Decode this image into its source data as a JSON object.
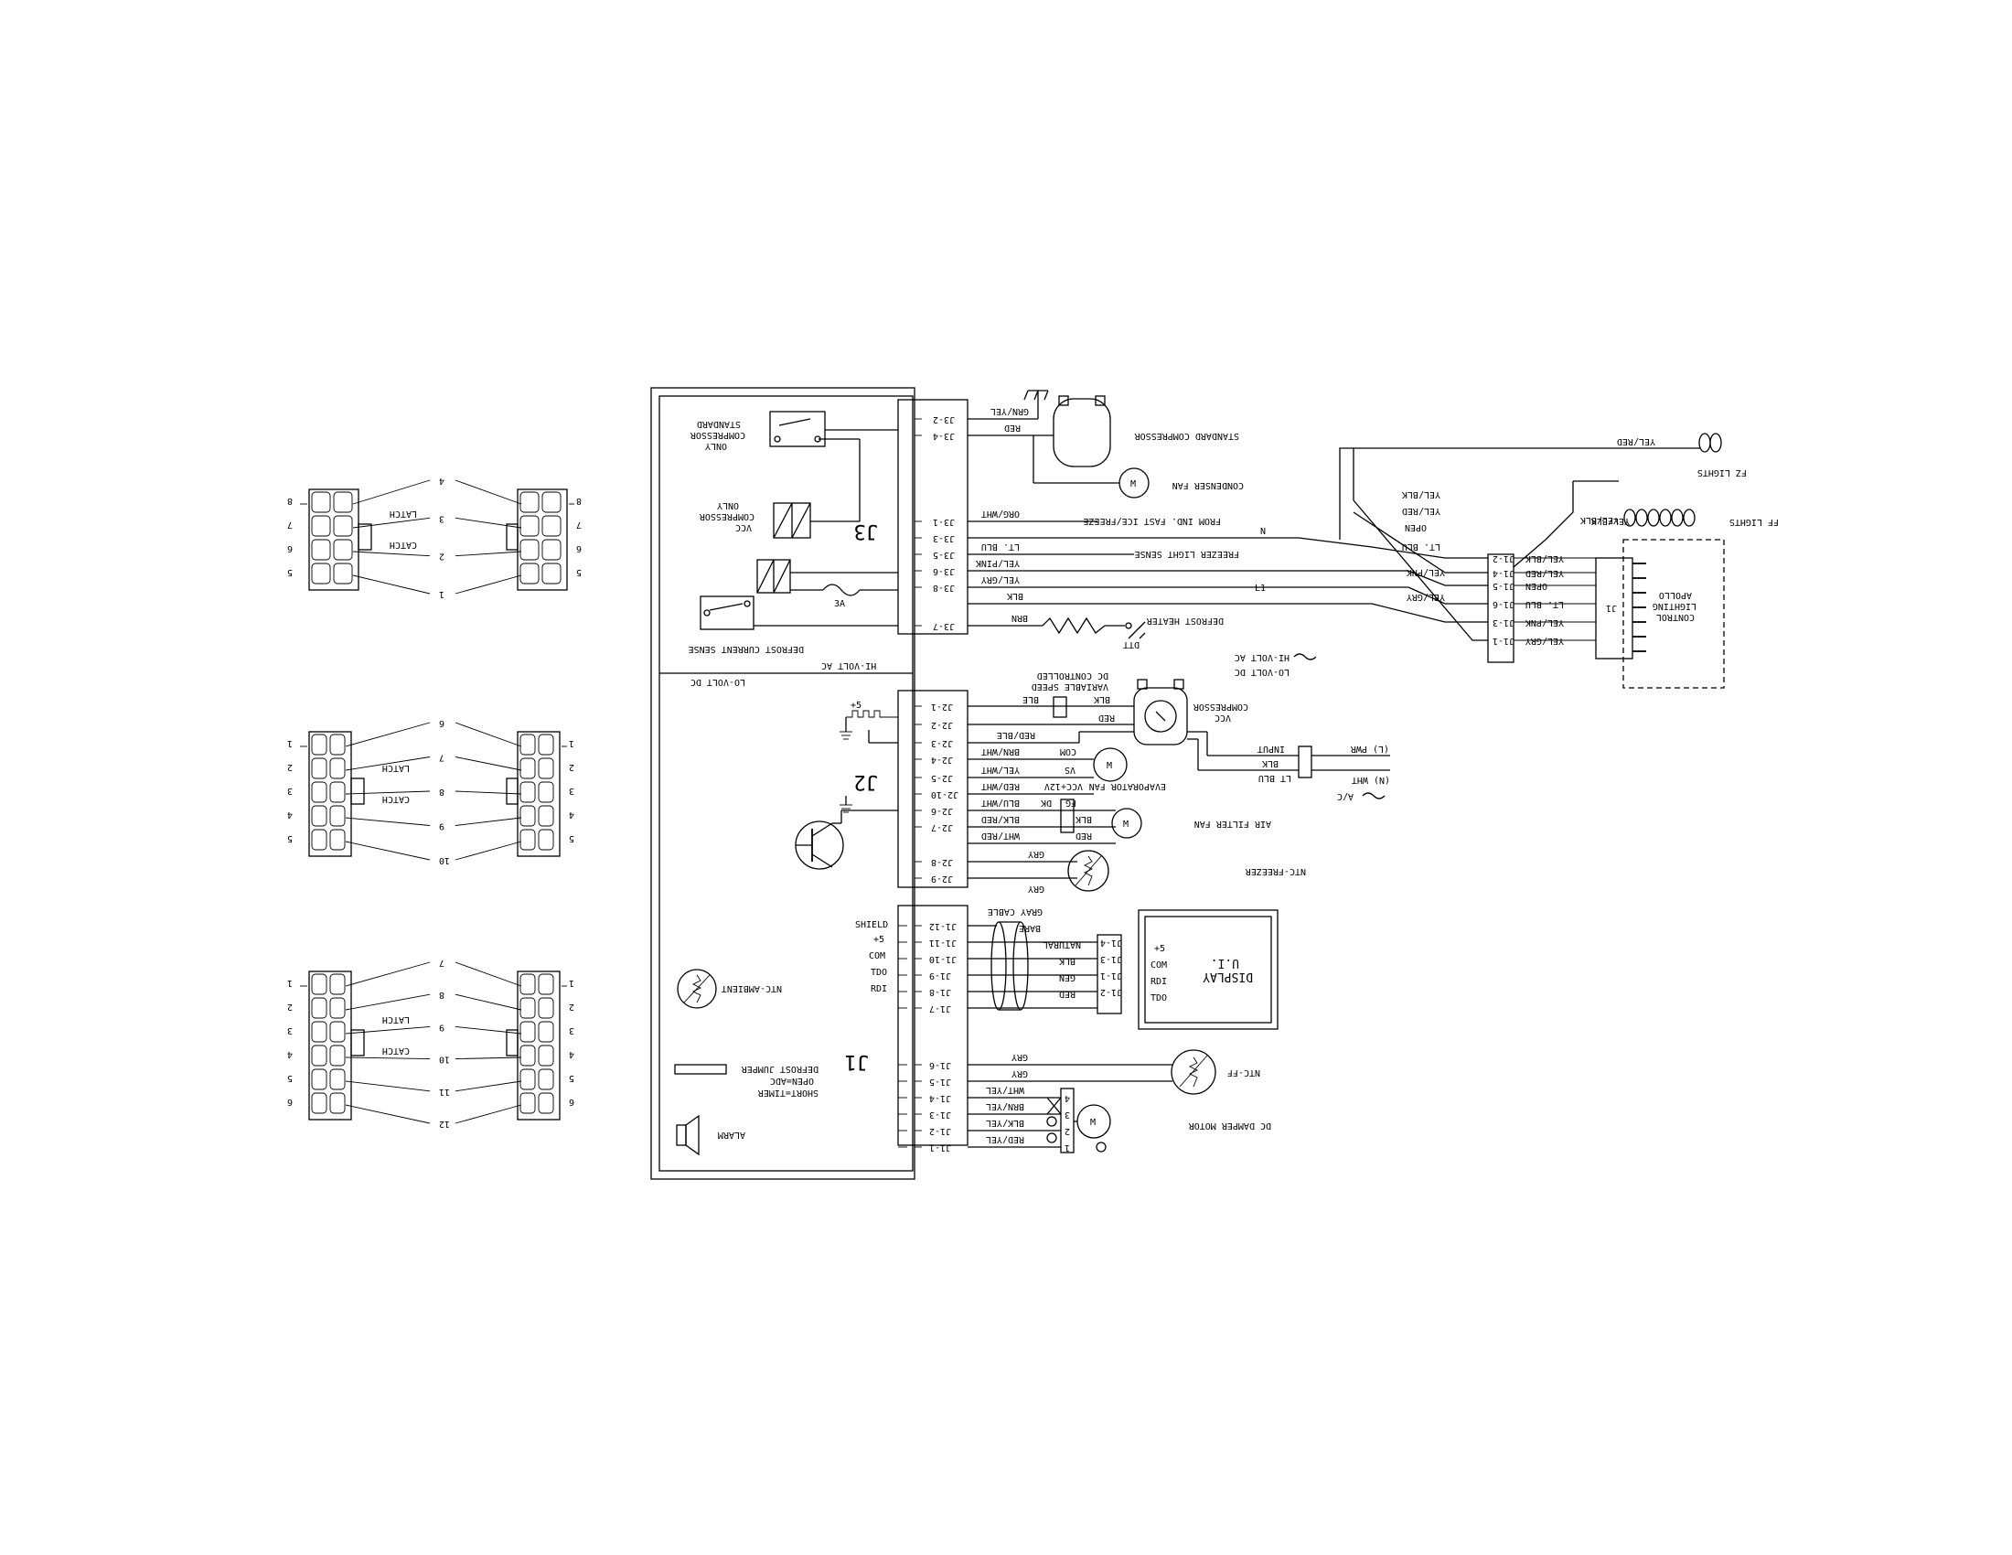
{
  "labels": {
    "j3": "J3",
    "j2": "J2",
    "j1": "J1",
    "hi_volt_ac": "HI-VOLT AC",
    "lo_volt_dc": "LO-VOLT DC",
    "hi_volt_ac_right": "HI-VOLT AC",
    "lo_volt_dc_right": "LO-VOLT DC",
    "standard_compressor_only_1": "STANDARD",
    "standard_compressor_only_2": "COMPRESSOR",
    "standard_compressor_only_3": "ONLY",
    "vcc_compressor_only_1": "VCC",
    "vcc_compressor_only_2": "COMPRESSOR",
    "vcc_compressor_only_3": "ONLY",
    "defrost_current_sense": "DEFROST CURRENT SENSE",
    "fuse_3a": "3A",
    "standard_compressor": "STANDARD COMPRESSOR",
    "condenser_fan": "CONDENSER FAN",
    "from_ind_fast": "FROM IND. FAST ICE/FREEZE",
    "freezer_light_sense": "FREEZER LIGHT SENSE",
    "defrost_heater": "DEFROST HEATER",
    "dtt": "DTT",
    "n_label": "N",
    "l1_label": "L1",
    "vcc_compressor_1": "VCC",
    "vcc_compressor_2": "COMPRESSOR",
    "dc_controlled": "DC CONTROLLED",
    "variable_speed": "VARIABLE SPEED",
    "input": "INPUT",
    "l_pwr": "(L) PWR",
    "n_wht": "(N) WHT",
    "a_c": "A/C",
    "evaporator_fan": "EVAPORATOR FAN",
    "air_filter_fan": "AIR FILTER FAN",
    "ntc_freezer": "NTC-FREEZER",
    "plus5": "+5",
    "com": "COM",
    "vs": "VS",
    "vcc12": "VCC+12V",
    "fg": "FG",
    "dk": "DK",
    "gray_cable": "GRAY CABLE",
    "bare": "BARE",
    "natural": "NATURAL",
    "shield": "SHIELD",
    "plus5b": "+5",
    "comb": "COM",
    "tdo": "TDO",
    "rdi": "RDI",
    "ui_display_1": "U.I.",
    "ui_display_2": "DISPLAY",
    "ui_plus5": "+5",
    "ui_com": "COM",
    "ui_rdi": "RDI",
    "ui_tdo": "TDO",
    "ntc_ambient": "NTC-AMBIENT",
    "defrost_jumper_1": "DEFROST JUMPER",
    "defrost_jumper_2": "OPEN=ADC",
    "defrost_jumper_3": "SHORT=TIMER",
    "alarm": "ALARM",
    "ntc_ff": "NTC-FF",
    "dc_damper_motor": "DC DAMPER MOTOR",
    "fz_lights": "FZ LIGHTS",
    "ff_lights": "FF LIGHTS",
    "apollo_1": "APOLLO",
    "apollo_2": "LIGHTING",
    "apollo_3": "CONTROL",
    "apollo_j1": "J1",
    "open": "OPEN",
    "latch": "LATCH",
    "catch": "CATCH",
    "motor_m": "M"
  },
  "wires": {
    "grn_yel": "GRN/YEL",
    "red": "RED",
    "org_wht": "ORG/WHT",
    "lt_blu": "LT. BLU",
    "yel_pink": "YEL/PINK",
    "yel_gry": "YEL/GRY",
    "blk": "BLK",
    "brn": "BRN",
    "ble": "BLE",
    "red_ble": "RED/BLE",
    "brn_wht": "BRN/WHT",
    "yel_wht": "YEL/WHT",
    "red_wht": "RED/WHT",
    "blu_wht": "BLU/WHT",
    "blk_red": "BLK/RED",
    "wht_red": "WHT/RED",
    "gry": "GRY",
    "gen": "GEN",
    "wht_yel": "WHT/YEL",
    "brn_yel": "BRN/YEL",
    "blk_yel": "BLK/YEL",
    "red_yel": "RED/YEL",
    "yel_red": "YEL/RED",
    "yel_blk": "YEL/BLK",
    "yel_pnk": "YEL/PNK",
    "lt_blu2": "LT BLU"
  },
  "j3_pins": [
    "J3-2",
    "J3-4",
    "J3-1",
    "J3-3",
    "J3-5",
    "J3-6",
    "J3-8",
    "J3-7"
  ],
  "j2_pins": [
    "J2-1",
    "J2-2",
    "J2-3",
    "J2-4",
    "J2-5",
    "J2-10",
    "J2-6",
    "J2-7",
    "J2-8",
    "J2-9"
  ],
  "j1_pins": [
    "J1-12",
    "J1-11",
    "J1-10",
    "J1-9",
    "J1-8",
    "J1-7",
    "J1-6",
    "J1-5",
    "J1-4",
    "J1-3",
    "J1-2",
    "J1-1"
  ],
  "ui_pins": [
    "J1-4",
    "J1-3",
    "J1-1",
    "J1-2"
  ],
  "lighting_pins": [
    "J1-2",
    "J1-4",
    "J1-5",
    "J1-6",
    "J1-3",
    "J1-1"
  ],
  "lighting_wires": [
    "YEL/BLK",
    "YEL/RED",
    "OPEN",
    "LT. BLU",
    "YEL/PNK",
    "YEL/GRY"
  ],
  "damper_pins": [
    "4",
    "3",
    "2",
    "1"
  ],
  "connector_8": {
    "left_pins": [
      "8",
      "7",
      "6",
      "5"
    ],
    "right_pins": [
      "8",
      "7",
      "6",
      "5"
    ],
    "mid_pins": [
      "4",
      "3",
      "2",
      "1"
    ]
  },
  "connector_10": {
    "left_pins": [
      "1",
      "2",
      "3",
      "4",
      "5"
    ],
    "right_pins": [
      "1",
      "2",
      "3",
      "4",
      "5"
    ],
    "mid_pins": [
      "6",
      "7",
      "8",
      "9",
      "10"
    ]
  },
  "connector_12": {
    "left_pins": [
      "1",
      "2",
      "3",
      "4",
      "5",
      "6"
    ],
    "right_pins": [
      "1",
      "2",
      "3",
      "4",
      "5",
      "6"
    ],
    "mid_pins": [
      "7",
      "8",
      "9",
      "10",
      "11",
      "12"
    ]
  }
}
